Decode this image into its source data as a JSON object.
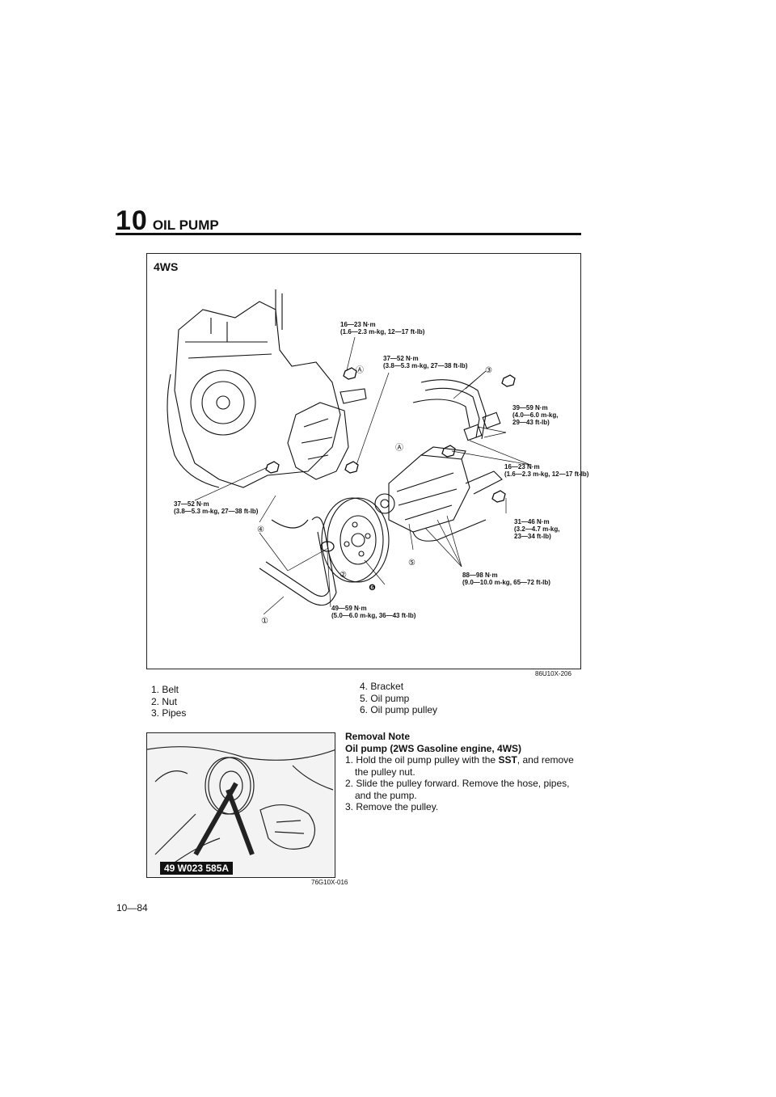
{
  "header": {
    "section_number": "10",
    "section_title": "OIL PUMP"
  },
  "main_figure": {
    "variant_label": "4WS",
    "figure_code": "86U10X-206",
    "torque_specs": [
      [
        "16—23 N·m",
        "(1.6—2.3 m-kg, 12—17 ft-lb)"
      ],
      [
        "37—52 N·m",
        "(3.8—5.3 m-kg, 27—38 ft-lb)"
      ],
      [
        "39—59 N·m",
        "(4.0—6.0 m-kg,",
        "29—43 ft-lb)"
      ],
      [
        "16—23 N·m",
        "(1.6—2.3 m-kg, 12—17 ft-lb)"
      ],
      [
        "37—52 N·m",
        "(3.8—5.3 m-kg, 27—38 ft-lb)"
      ],
      [
        "31—46 N·m",
        "(3.2—4.7 m-kg,",
        "23—34 ft-lb)"
      ],
      [
        "88—98 N·m",
        "(9.0—10.0 m-kg, 65—72 ft-lb)"
      ],
      [
        "49—59 N·m",
        "(5.0—6.0 m-kg, 36—43 ft-lb)"
      ]
    ],
    "callouts": [
      "①",
      "②",
      "③",
      "④",
      "⑤",
      "❻",
      "Ⓐ",
      "Ⓐ"
    ]
  },
  "parts_legend": {
    "left": [
      "1. Belt",
      "2. Nut",
      "3. Pipes"
    ],
    "right": [
      "4. Bracket",
      "5. Oil pump",
      "6. Oil pump pulley"
    ]
  },
  "photo_figure": {
    "sst_number": "49 W023 585A",
    "figure_code": "76G10X-016"
  },
  "removal_note": {
    "heading": "Removal Note",
    "subheading": "Oil pump (2WS Gasoline engine, 4WS)",
    "steps": [
      {
        "n": "1. ",
        "before": "Hold the oil pump pulley with the ",
        "bold": "SST",
        "after": ", and remove the pulley nut."
      },
      {
        "n": "2. ",
        "before": "Slide the pulley forward. Remove the hose, pipes, and the pump.",
        "bold": "",
        "after": ""
      },
      {
        "n": "3. ",
        "before": "Remove the pulley.",
        "bold": "",
        "after": ""
      }
    ]
  },
  "page_number": "10—84"
}
